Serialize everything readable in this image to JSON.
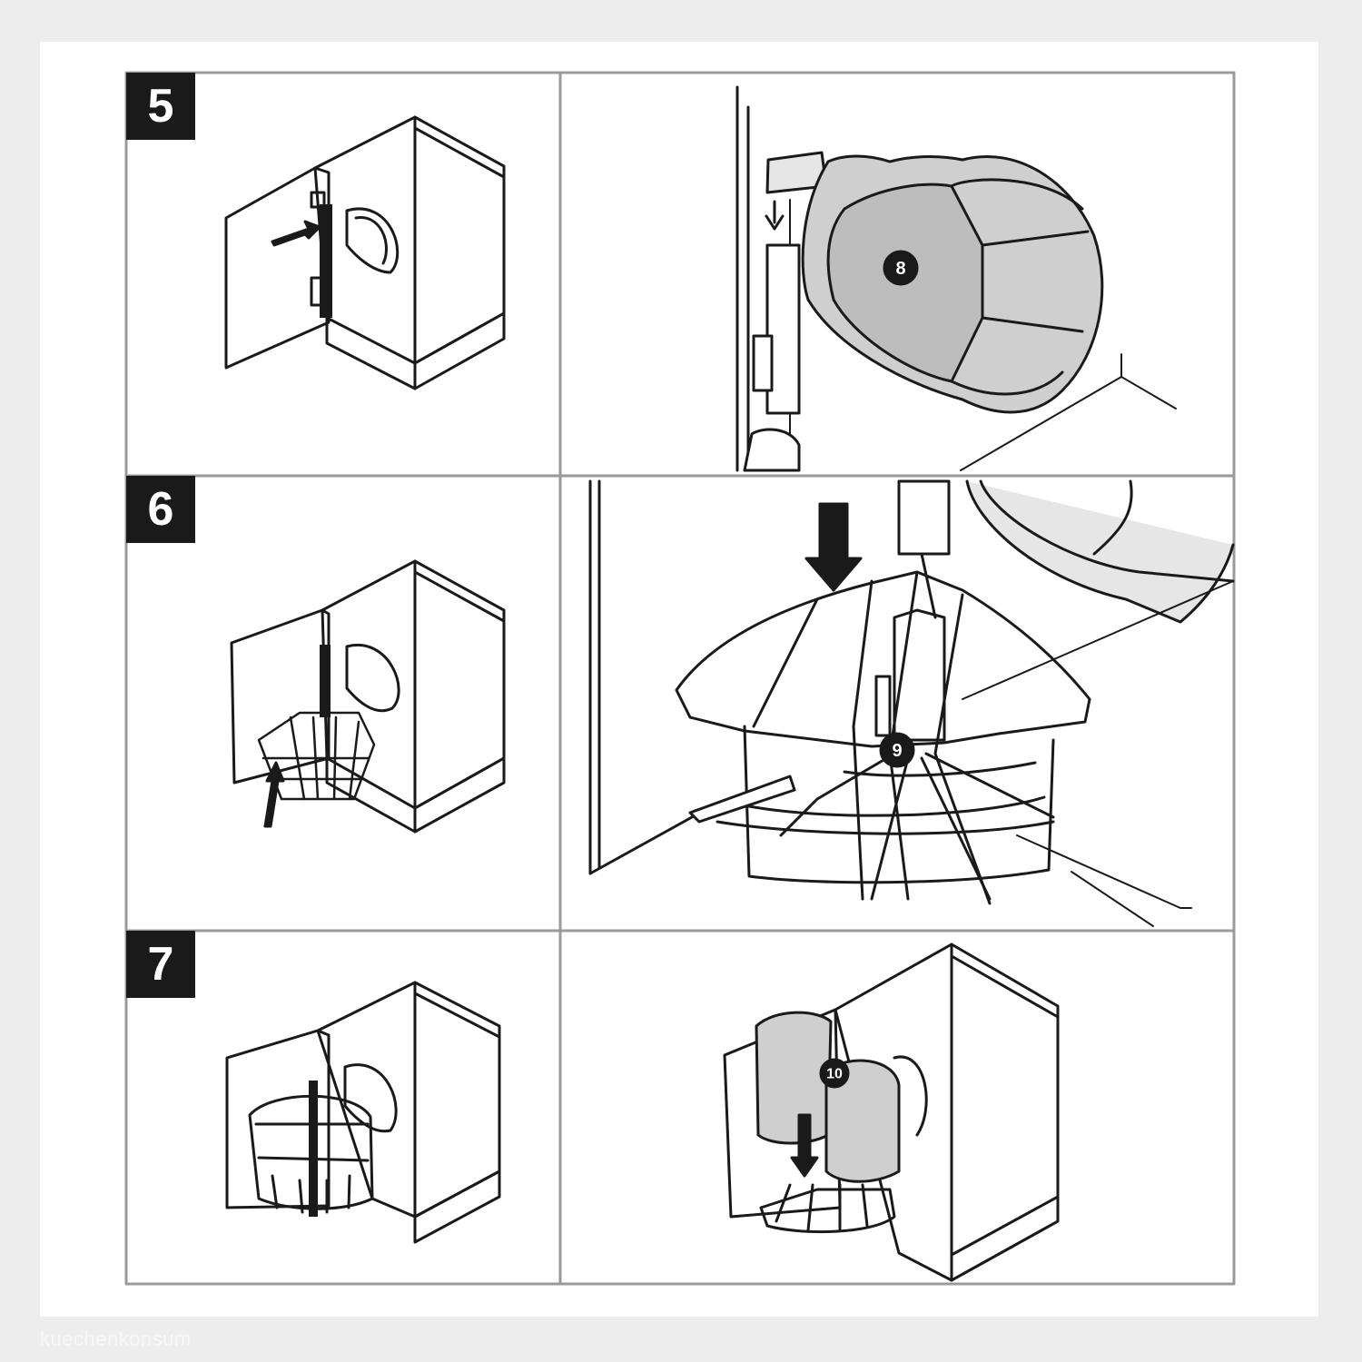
{
  "steps": [
    {
      "number": "5",
      "callout": "8"
    },
    {
      "number": "6",
      "callout": "9"
    },
    {
      "number": "7",
      "callout": "10"
    }
  ],
  "watermark": "kuechenkonsum",
  "colors": {
    "frame": "#9a9a9a",
    "ink": "#1a1a1a",
    "fill_gray": "#cfcfcf",
    "page": "#ffffff",
    "background": "#ededed"
  }
}
